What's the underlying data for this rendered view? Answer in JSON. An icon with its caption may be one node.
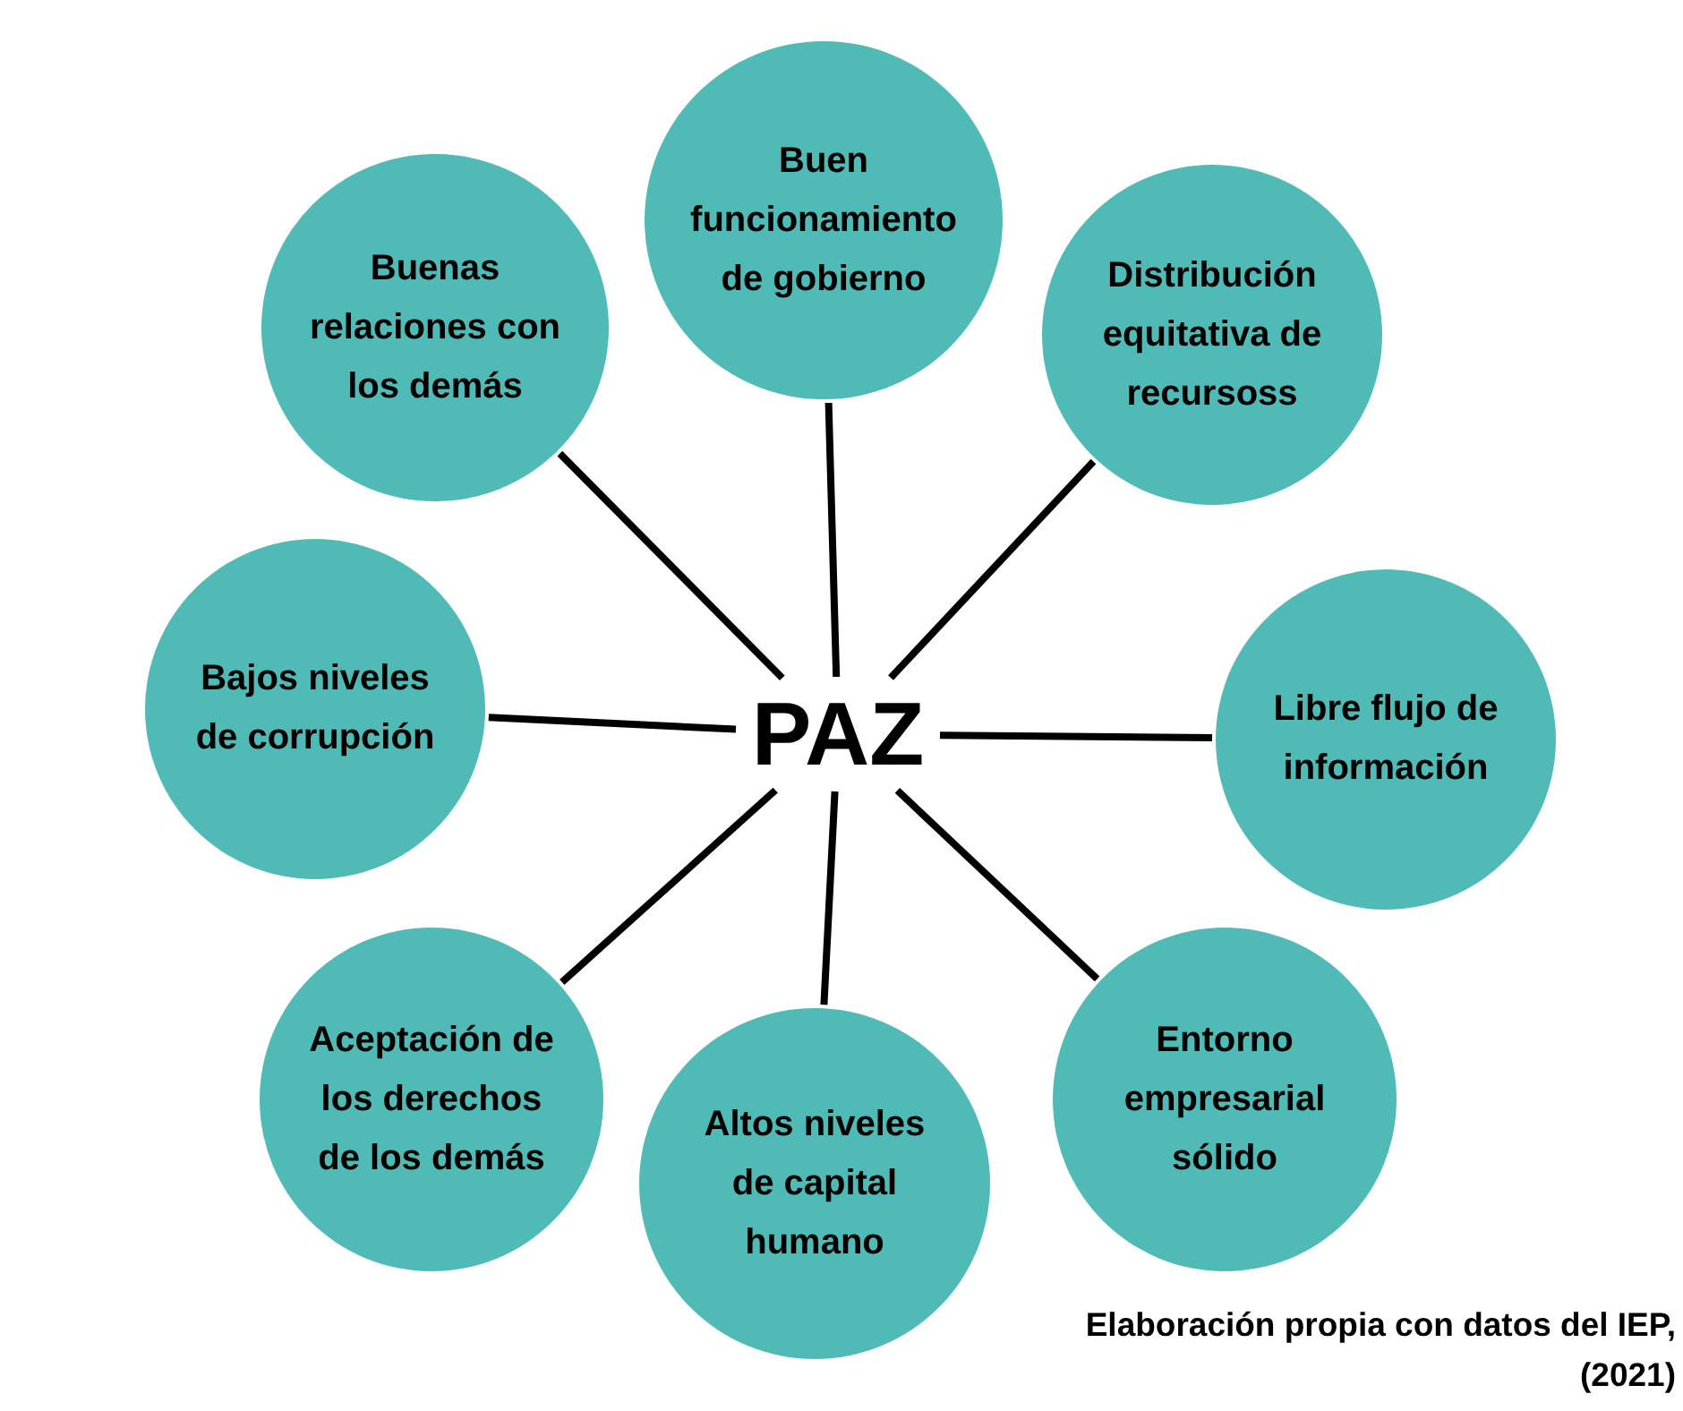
{
  "diagram": {
    "caption": "Elaboración propia con datos del IEP, (2021)",
    "nodes": [
      {
        "text": [
          "PAZ"
        ]
      },
      {
        "text": [
          "Buen funcionamiento de gobierno"
        ]
      },
      {
        "text": [
          "Distribución equitativa de recursoss"
        ]
      },
      {
        "text": [
          "Libre flujo de información"
        ]
      },
      {
        "text": [
          "Entorno empresarial sólido"
        ]
      },
      {
        "text": [
          "Altos niveles de capital humano"
        ]
      },
      {
        "text": [
          "Aceptación de los derechos de los demás"
        ]
      },
      {
        "text": [
          "Bajos niveles de corrupción"
        ]
      },
      {
        "text": [
          "Buenas relaciones con los demás"
        ]
      }
    ],
    "edges": [
      {
        "from": 0,
        "to": 1,
        "arrow": "none"
      },
      {
        "from": 0,
        "to": 2,
        "arrow": "none"
      },
      {
        "from": 0,
        "to": 3,
        "arrow": "none"
      },
      {
        "from": 0,
        "to": 4,
        "arrow": "none"
      },
      {
        "from": 0,
        "to": 5,
        "arrow": "none"
      },
      {
        "from": 0,
        "to": 6,
        "arrow": "none"
      },
      {
        "from": 0,
        "to": 7,
        "arrow": "none"
      },
      {
        "from": 0,
        "to": 8,
        "arrow": "none"
      }
    ]
  }
}
